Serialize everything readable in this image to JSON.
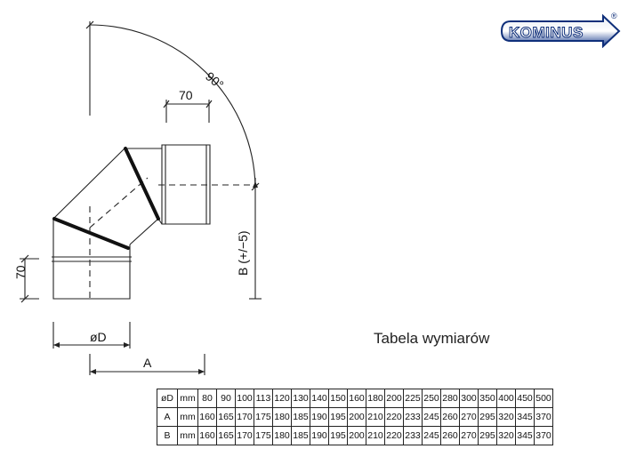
{
  "brand": {
    "name": "KOMINUS",
    "registered_mark": "®",
    "colors": {
      "outline": "#0f2f7a",
      "fill": "#ffffff",
      "gradient_dark": "#1d3f8f",
      "gradient_light": "#e8ecf4"
    }
  },
  "drawing": {
    "angle_label": "90°",
    "socket_length_label": "70",
    "bottom_length_label": "70",
    "diameter_label": "øD",
    "dim_a_label": "A",
    "dim_b_label": "B (+/−5)"
  },
  "table": {
    "title": "Tabela wymiarów",
    "rows": [
      [
        "øD",
        "mm",
        "80",
        "90",
        "100",
        "113",
        "120",
        "130",
        "140",
        "150",
        "160",
        "180",
        "200",
        "225",
        "250",
        "280",
        "300",
        "350",
        "400",
        "450",
        "500"
      ],
      [
        "A",
        "mm",
        "160",
        "165",
        "170",
        "175",
        "180",
        "185",
        "190",
        "195",
        "200",
        "210",
        "220",
        "233",
        "245",
        "260",
        "270",
        "295",
        "320",
        "345",
        "370"
      ],
      [
        "B",
        "mm",
        "160",
        "165",
        "170",
        "175",
        "180",
        "185",
        "190",
        "195",
        "200",
        "210",
        "220",
        "233",
        "245",
        "260",
        "270",
        "295",
        "320",
        "345",
        "370"
      ]
    ]
  }
}
